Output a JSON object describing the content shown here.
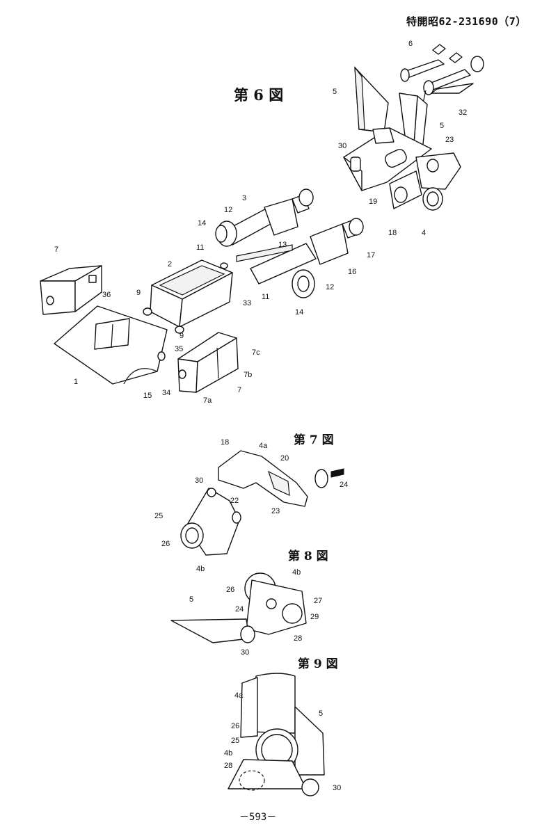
{
  "header": {
    "publication": "特開昭62-231690（7）"
  },
  "figures": {
    "fig6": {
      "title": "第 6 図"
    },
    "fig7": {
      "title": "第 7 図"
    },
    "fig8": {
      "title": "第 8 図"
    },
    "fig9": {
      "title": "第 9 図"
    }
  },
  "labels": {
    "fig6": [
      "6",
      "5",
      "32",
      "5",
      "30",
      "23",
      "3",
      "12",
      "19",
      "14",
      "18",
      "4",
      "11",
      "13",
      "17",
      "7",
      "2",
      "16",
      "36",
      "9",
      "33",
      "11",
      "12",
      "14",
      "9",
      "35",
      "7c",
      "1",
      "7b",
      "34",
      "15",
      "7a",
      "7"
    ],
    "fig7": [
      "18",
      "4a",
      "20",
      "24",
      "30",
      "22",
      "25",
      "23",
      "26",
      "4b"
    ],
    "fig8": [
      "4b",
      "26",
      "27",
      "24",
      "29",
      "5",
      "28",
      "30"
    ],
    "fig9": [
      "4a",
      "5",
      "26",
      "25",
      "4b",
      "28",
      "30"
    ]
  },
  "footer": {
    "page_number": "－593－"
  }
}
